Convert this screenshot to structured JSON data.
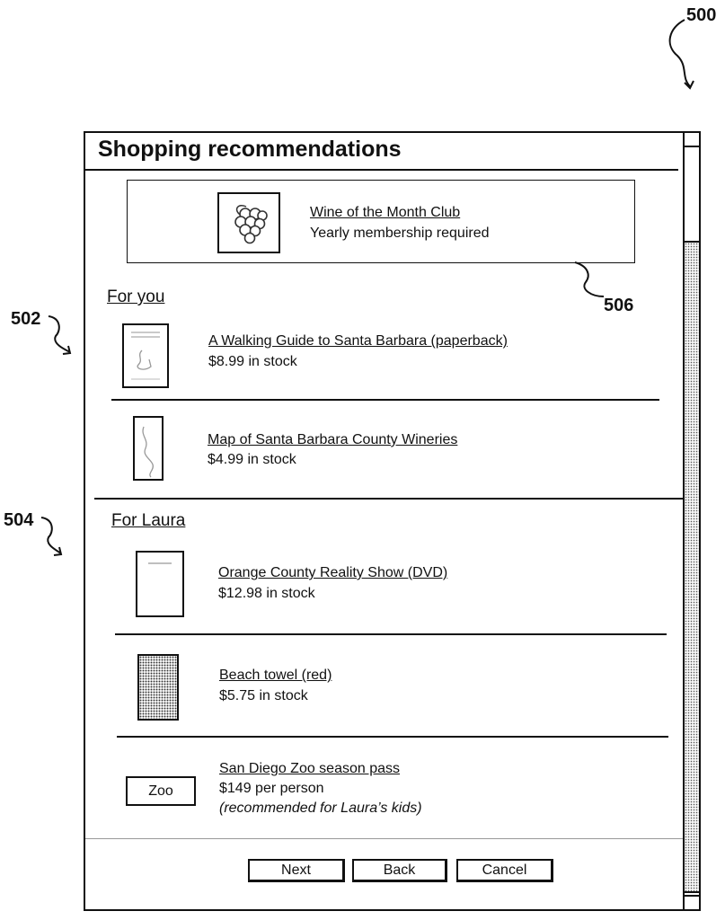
{
  "refs": {
    "fig": "500",
    "left_top": "502",
    "left_bottom": "504",
    "featured": "506"
  },
  "window": {
    "title": "Shopping recommendations"
  },
  "featured": {
    "name": "Wine of the Month Club",
    "sub": "Yearly membership required"
  },
  "sections": [
    {
      "label": "For you",
      "items": [
        {
          "name": "A Walking Guide to Santa Barbara (paperback)",
          "sub": "$8.99 in stock"
        },
        {
          "name": "Map of Santa Barbara County Wineries",
          "sub": "$4.99 in stock"
        }
      ]
    },
    {
      "label": "For Laura",
      "items": [
        {
          "name": "Orange County Reality Show (DVD)",
          "sub": "$12.98 in stock"
        },
        {
          "name": "Beach towel (red)",
          "sub": "$5.75 in stock"
        },
        {
          "name": "San Diego Zoo season pass",
          "sub": "$149 per person",
          "note": "(recommended for Laura’s kids)",
          "thumb_text": "Zoo"
        }
      ]
    }
  ],
  "buttons": {
    "next": "Next",
    "back": "Back",
    "cancel": "Cancel"
  },
  "icons": {
    "featured": "grapes-icon"
  }
}
